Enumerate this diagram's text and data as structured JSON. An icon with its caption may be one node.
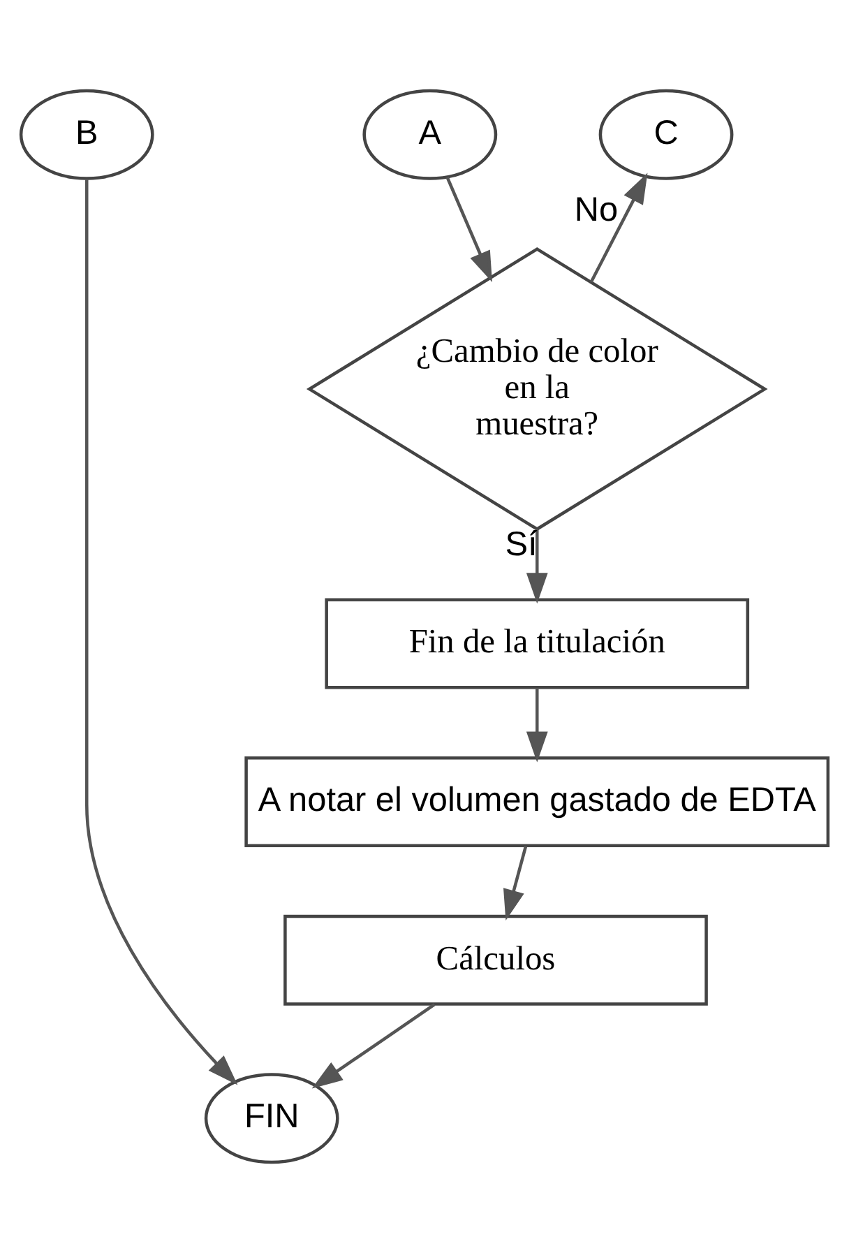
{
  "diagram": {
    "nodes": [
      {
        "text": [
          "B"
        ]
      },
      {
        "text": [
          "C"
        ]
      },
      {
        "text": [
          "A"
        ]
      },
      {
        "text": [
          "¿Cambio de color en la muestra?"
        ]
      },
      {
        "text": [
          "Fin de la titulación"
        ]
      },
      {
        "text": [
          "A notar el volumen gastado de EDTA"
        ]
      },
      {
        "text": [
          "Cálculos"
        ]
      },
      {
        "text": [
          "FIN"
        ]
      }
    ],
    "edges": [
      {
        "from": 2,
        "to": 3,
        "arrow": "to"
      },
      {
        "from": 3,
        "to": 1,
        "arrow": "to",
        "label": "No"
      },
      {
        "from": 3,
        "to": 4,
        "arrow": "to",
        "label": "Sí"
      },
      {
        "from": 4,
        "to": 5,
        "arrow": "to"
      },
      {
        "from": 5,
        "to": 6,
        "arrow": "to"
      },
      {
        "from": 6,
        "to": 7,
        "arrow": "to"
      },
      {
        "from": 0,
        "to": 7,
        "arrow": "to"
      }
    ]
  }
}
